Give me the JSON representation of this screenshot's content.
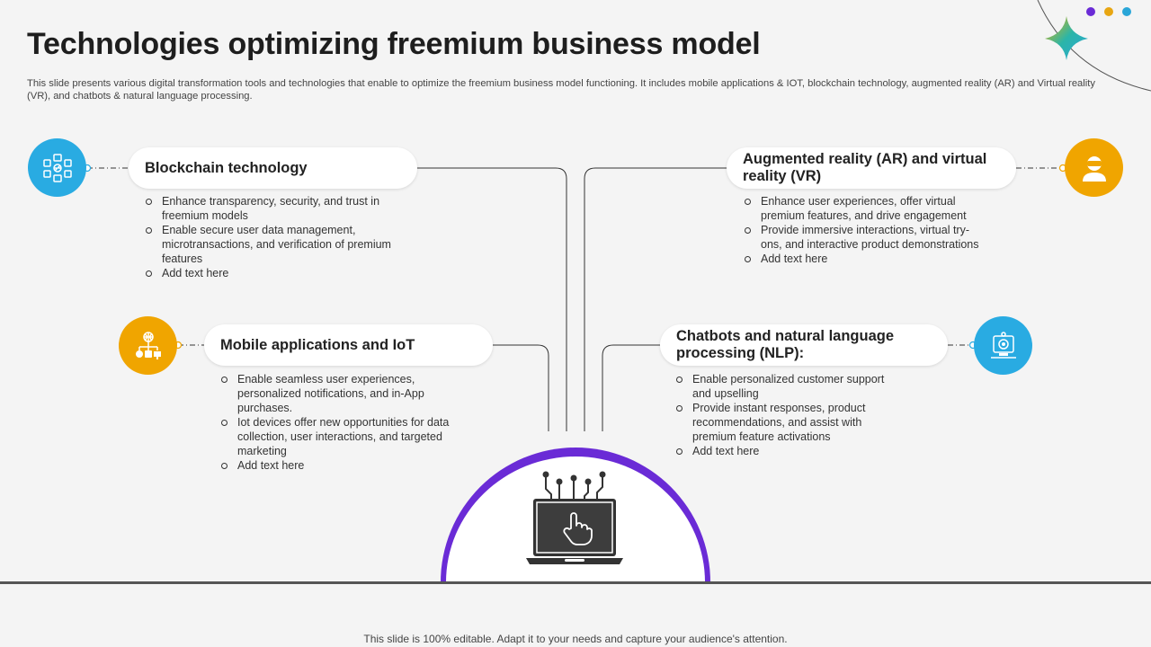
{
  "title": "Technologies optimizing freemium business model",
  "subtitle": "This slide presents various digital transformation tools and technologies that enable to optimize the freemium business model functioning. It includes mobile applications & IOT, blockchain technology, augmented reality (AR) and Virtual reality (VR), and chatbots & natural language processing.",
  "colors": {
    "blue": "#29abe2",
    "yellow": "#f0a500",
    "purple": "#6a2bd6",
    "dot_purple": "#6a2bd6",
    "dot_yellow": "#e8a612",
    "dot_blue": "#2aa6d8"
  },
  "sections": {
    "blockchain": {
      "title": "Blockchain technology",
      "icon": "blockchain-icon",
      "bullets": [
        "Enhance transparency, security, and trust in freemium models",
        "Enable secure user data management, microtransactions, and verification of premium features",
        "Add text here"
      ]
    },
    "mobile": {
      "title": "Mobile applications and IoT",
      "icon": "iot-network-icon",
      "bullets": [
        "Enable seamless user experiences, personalized notifications, and in-App purchases.",
        "Iot devices offer new opportunities for data collection, user interactions, and targeted marketing",
        "Add text here"
      ]
    },
    "ar_vr": {
      "title": "Augmented reality (AR) and virtual reality (VR)",
      "icon": "vr-headset-icon",
      "bullets": [
        "Enhance user experiences, offer virtual premium features, and drive engagement",
        "Provide immersive interactions, virtual try-ons, and interactive product demonstrations",
        "Add text here"
      ]
    },
    "chatbots": {
      "title": "Chatbots and natural language processing (NLP):",
      "icon": "chatbot-icon",
      "bullets": [
        "Enable personalized customer support and upselling",
        "Provide instant responses, product recommendations, and assist with premium feature activations",
        "Add text here"
      ]
    }
  },
  "center_icon": "laptop-touch-icon",
  "footer": "This slide is 100% editable. Adapt it to your needs and capture your audience's attention."
}
